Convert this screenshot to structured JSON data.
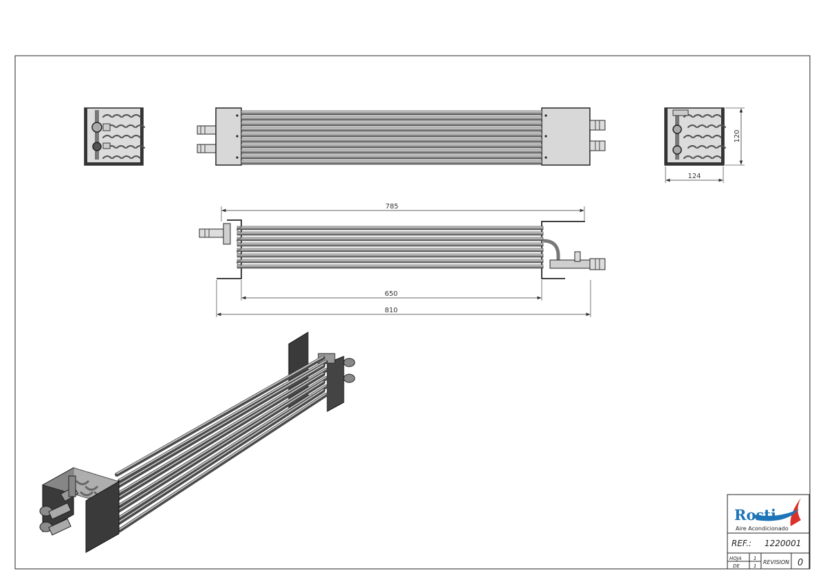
{
  "dimensions": {
    "height": "120",
    "width": "124",
    "length_785": "785",
    "length_650": "650",
    "length_810": "810"
  },
  "title_block": {
    "logo_brand": "Rosti",
    "logo_tagline": "Aire Acondicionado",
    "ref_label": "REF.:",
    "ref_value": "1220001",
    "hoja_label": "HOJA",
    "hoja_value": "1",
    "de_label": "DE",
    "de_value": "1",
    "revision_label": "REVISION",
    "revision_value": "0"
  },
  "colors": {
    "logo_blue": "#1d74b8",
    "logo_red": "#d9322b",
    "plate_gray": "#d8d8d8",
    "tube_gray": "#8a8a8a"
  }
}
